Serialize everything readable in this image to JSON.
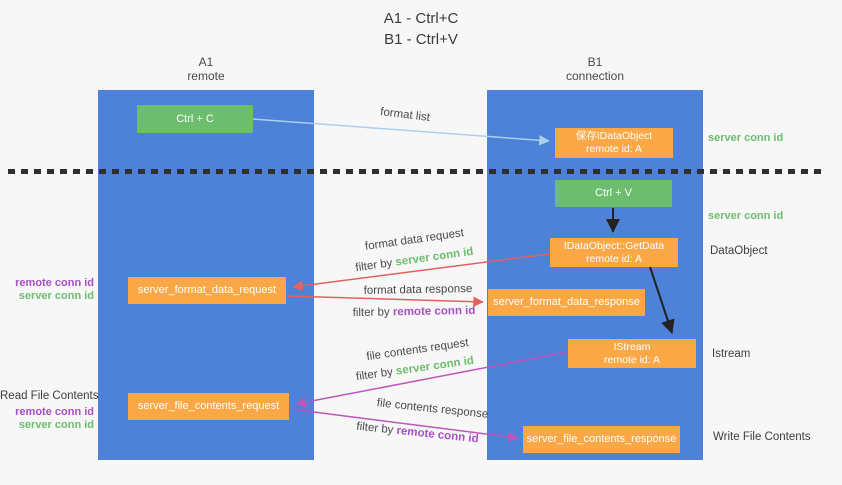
{
  "title": {
    "line1": "A1 - Ctrl+C",
    "line2": "B1 - Ctrl+V"
  },
  "columns": {
    "a1": {
      "name": "A1",
      "subtitle": "remote"
    },
    "b1": {
      "name": "B1",
      "subtitle": "connection"
    }
  },
  "boxes": {
    "ctrl_c": "Ctrl + C",
    "ctrl_v": "Ctrl + V",
    "save_idataobject": {
      "line1": "保存IDataObject",
      "line2": "remote id: A"
    },
    "idataobject_getdata": {
      "line1": "IDataObject::GetData",
      "line2": "remote id: A"
    },
    "istream": {
      "line1": "IStream",
      "line2": "remote id: A"
    },
    "server_format_data_request": "server_format_data_request",
    "server_format_data_response": "server_format_data_response",
    "server_file_contents_request": "server_file_contents_request",
    "server_file_contents_response": "server_file_contents_response"
  },
  "side_labels": {
    "server_conn_id_top": "server conn id",
    "server_conn_id_mid": "server conn id",
    "dataobject": "DataObject",
    "istream": "Istream",
    "write_file_contents": "Write File Contents",
    "read_file_contents": "Read File Contents",
    "remote_conn_id_format": "remote conn id",
    "server_conn_id_format": "server conn id",
    "remote_conn_id_file": "remote conn id",
    "server_conn_id_file": "server conn id"
  },
  "arrow_labels": {
    "format_list": "format list",
    "format_data_request": "format data request",
    "format_data_request_filter_prefix": "filter by ",
    "format_data_request_filter_key": "server conn id",
    "format_data_response": "format data response",
    "format_data_response_filter_prefix": "filter by ",
    "format_data_response_filter_key": "remote conn id",
    "file_contents_request": "file contents request",
    "file_contents_request_filter_prefix": "filter by ",
    "file_contents_request_filter_key": "server conn id",
    "file_contents_response": "file contents response",
    "file_contents_response_filter_prefix": "filter by ",
    "file_contents_response_filter_key": "remote conn id"
  },
  "colors": {
    "column_blue": "#4d82d8",
    "box_green": "#6dbd6e",
    "box_orange": "#f9a845",
    "arrow_light_blue": "#a9d0ed",
    "arrow_red": "#e4625d",
    "arrow_magenta": "#bd55bd",
    "arrow_black": "#222222",
    "text_green": "#6dbd6e",
    "text_purple": "#a651c2",
    "text_gray": "#454545",
    "background": "#f7f7f7"
  }
}
